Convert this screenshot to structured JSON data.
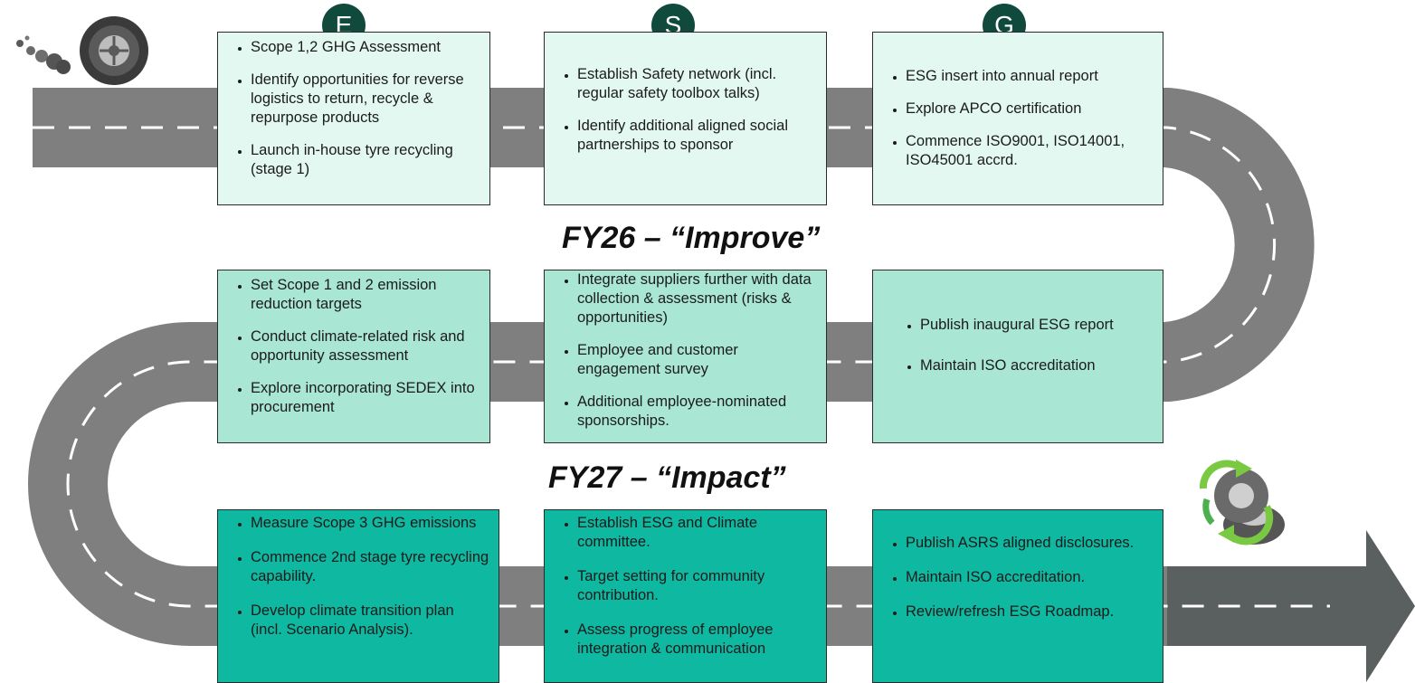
{
  "colors": {
    "road": "#7f7f7f",
    "road_dash": "#ffffff",
    "circle": "#0f4a3c",
    "tier1_box": "#e3f8f1",
    "tier2_box": "#a9e6d3",
    "tier3_box": "#0fb8a0",
    "arrow": "#5a5f60",
    "recycle": "#7ac943"
  },
  "icons": {
    "start": "tyre-icon",
    "end": "recycled-tyres-icon"
  },
  "pillars": [
    "E",
    "S",
    "G"
  ],
  "phases": [
    {
      "title": ""
    },
    {
      "title": "FY26 – “Improve”"
    },
    {
      "title": "FY27 – “Impact”"
    }
  ],
  "rows": [
    {
      "environment": [
        "Scope 1,2 GHG Assessment",
        "Identify opportunities for reverse logistics to return, recycle & repurpose products",
        "Launch in-house tyre recycling (stage 1)"
      ],
      "social": [
        "Establish Safety network (incl. regular safety toolbox talks)",
        "Identify additional aligned social partnerships to sponsor"
      ],
      "governance": [
        "ESG insert into annual report",
        "Explore APCO certification",
        "Commence ISO9001, ISO14001, ISO45001 accrd."
      ]
    },
    {
      "environment": [
        "Set Scope 1 and 2 emission reduction targets",
        "Conduct climate-related risk and opportunity assessment",
        "Explore incorporating SEDEX into procurement"
      ],
      "social": [
        "Integrate suppliers further with data collection & assessment (risks & opportunities)",
        "Employee and customer engagement survey",
        "Additional employee-nominated sponsorships."
      ],
      "governance": [
        "Publish inaugural ESG report",
        "Maintain ISO accreditation"
      ]
    },
    {
      "environment": [
        "Measure Scope 3 GHG emissions",
        "Commence 2nd stage tyre recycling capability.",
        "Develop climate transition plan (incl. Scenario Analysis)."
      ],
      "social": [
        "Establish ESG and Climate committee.",
        "Target setting for community contribution.",
        "Assess progress of employee integration & communication"
      ],
      "governance": [
        "Publish ASRS aligned disclosures.",
        "Maintain ISO accreditation.",
        "Review/refresh ESG Roadmap."
      ]
    }
  ]
}
